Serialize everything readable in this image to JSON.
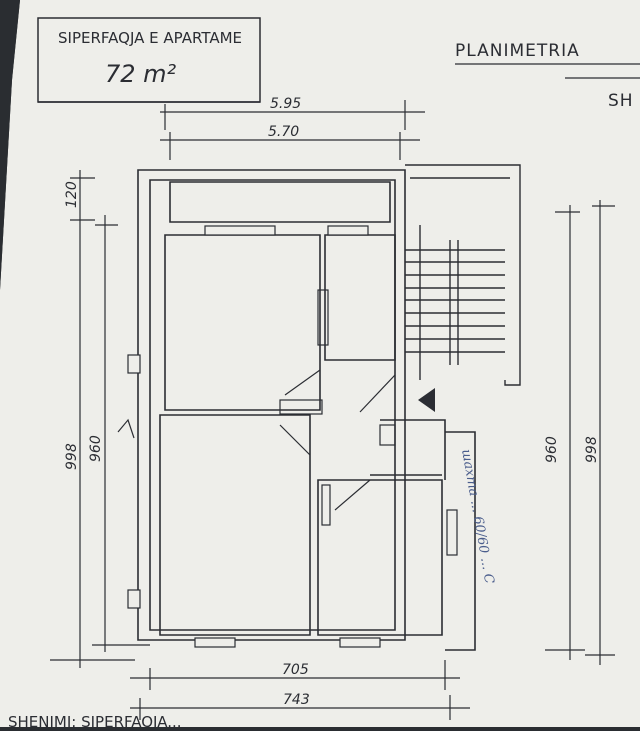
{
  "area_box": {
    "label": "SIPERFAQJA E APARTAME",
    "value": "72 m²"
  },
  "title": "PLANIMETRIA",
  "subtitle_fragment": "SH",
  "dimensions": {
    "top_outer": "5.95",
    "top_inner": "5.70",
    "left_outer": "998",
    "left_inner": "960",
    "left_small": "120",
    "right_inner": "960",
    "right_outer": "998",
    "bottom_inner": "705",
    "bottom_outer": "743"
  },
  "handwritten_note": "шахта ... 60/60 ... С",
  "footer_fragment": "SHENIMI: SIPERFAQJA..."
}
